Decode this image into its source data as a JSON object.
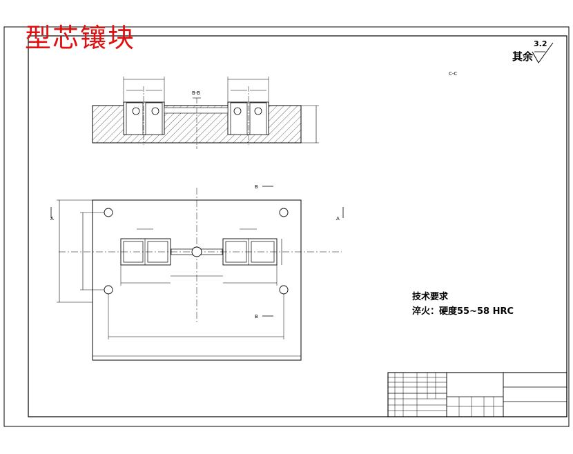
{
  "drawing": {
    "title": "型芯镶块",
    "surface_roughness": {
      "label": "其余",
      "value": "3.2"
    },
    "technical_requirements": {
      "heading": "技术要求",
      "line1": "淬火：硬度55~58 HRC"
    },
    "section_labels": {
      "bb": "B-B",
      "cc": "C-C",
      "a_left": "A",
      "a_right": "A",
      "b_top": "B",
      "b_bottom": "B"
    }
  },
  "colors": {
    "title": "#e01010",
    "line": "#000000"
  }
}
